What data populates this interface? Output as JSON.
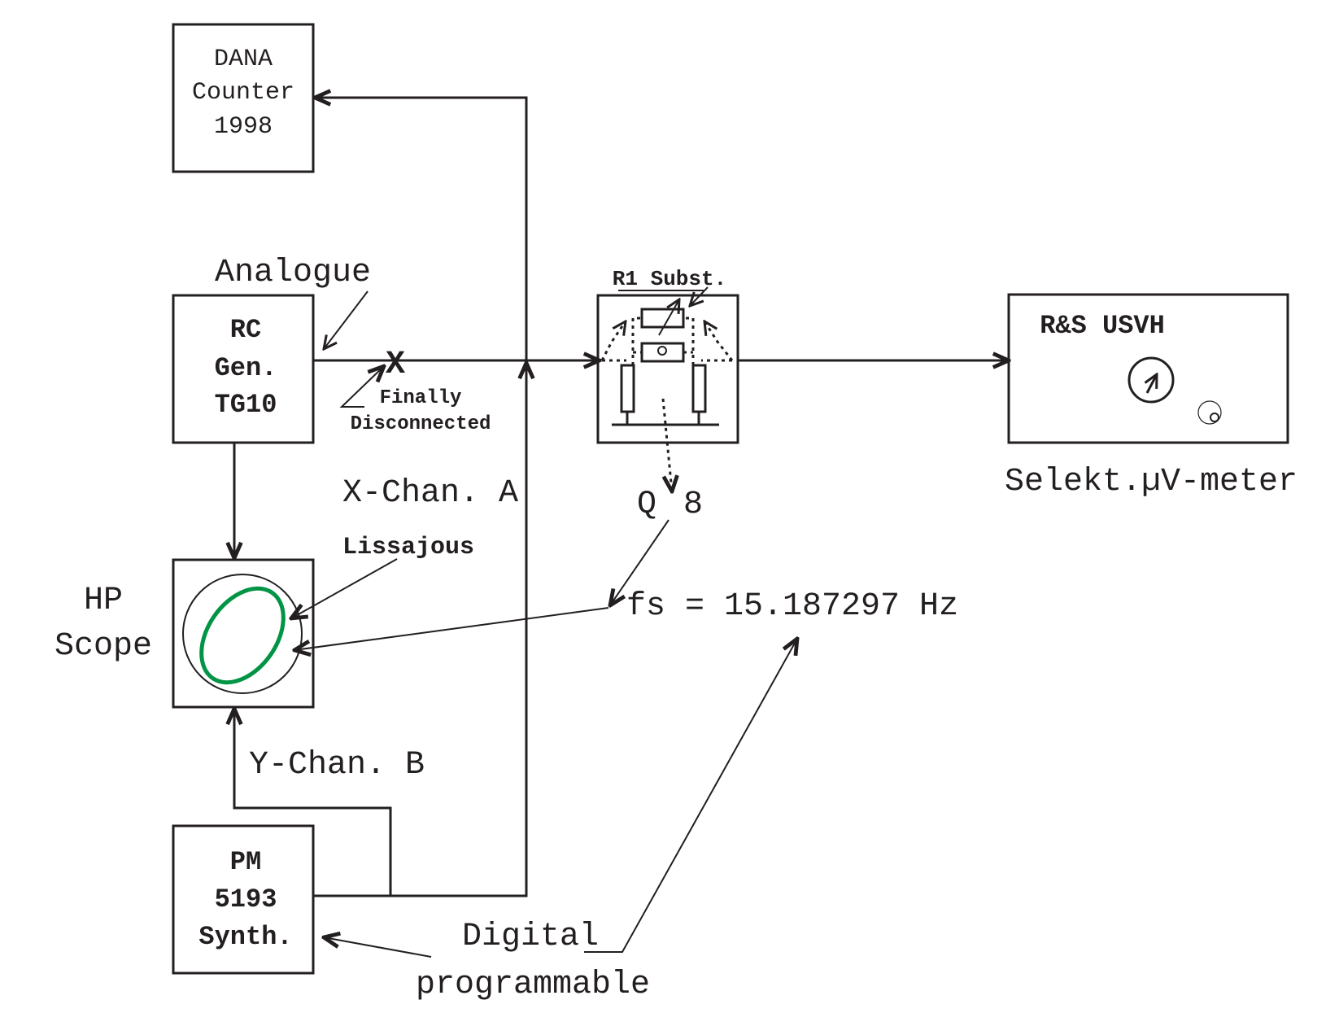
{
  "colors": {
    "ink": "#231f20",
    "lissajous": "#009444",
    "background": "#ffffff"
  },
  "devices": {
    "counter": {
      "line1": "DANA",
      "line2": "Counter",
      "line3": "1998"
    },
    "rc_gen": {
      "line1": "RC",
      "line2": "Gen.",
      "line3": "TG10"
    },
    "scope": {
      "line1": "HP",
      "line2": "Scope"
    },
    "synth": {
      "line1": "PM",
      "line2": "5193",
      "line3": "Synth."
    },
    "substitution": {
      "label": "R1 Subst."
    },
    "meter": {
      "title": "R&S USVH",
      "caption": "Selekt.µV-meter"
    }
  },
  "labels": {
    "analogue": "Analogue",
    "finally": "Finally",
    "disconnected": "Disconnected",
    "x_chan": "X-Chan. A",
    "y_chan": "Y-Chan. B",
    "lissajous": "Lissajous",
    "q_label": "Q",
    "q_value": "8",
    "fs": "fs = 15.187297 Hz",
    "digital": "Digital",
    "programmable": "programmable",
    "break_mark": "X"
  },
  "icons": [
    "arrow-icon",
    "dial-icon",
    "knob-icon",
    "resistor-icon",
    "potentiometer-icon",
    "lissajous-ellipse-icon",
    "scope-screen-icon"
  ]
}
